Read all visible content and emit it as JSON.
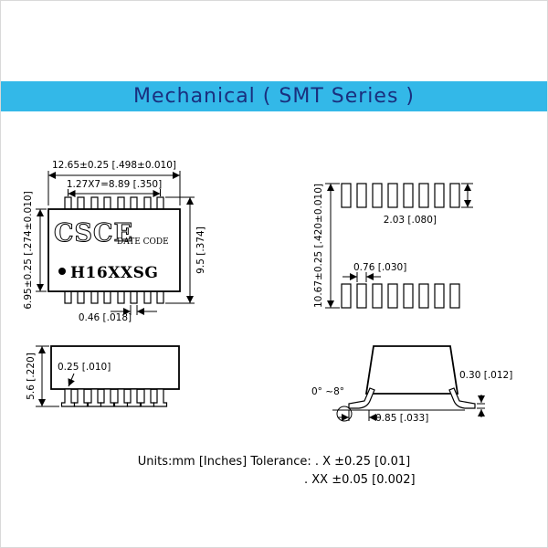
{
  "header": {
    "title": "Mechanical ( SMT  Series )"
  },
  "top_view": {
    "dim_overall_width": "12.65±0.25 [.498±0.010]",
    "dim_pin_pitch": "1.27X7=8.89 [.350]",
    "dim_body_width": "6.95±0.25 [.274±0.010]",
    "dim_overall_length": "9.5 [.374]",
    "dim_pin_width": "0.46 [.018]",
    "logo_text": "CSCE",
    "date_code_label": "DATE CODE",
    "part_number": "H16XXSG"
  },
  "side_view": {
    "dim_standoff": "0.25 [.010]",
    "dim_height": "5.6 [.220]"
  },
  "land_pattern": {
    "dim_pad_length": "2.03 [.080]",
    "dim_overall": "10.67±0.25 [.420±0.010]",
    "dim_pad_width": "0.76 [.030]"
  },
  "profile_view": {
    "dim_lead_angle": "0° ~8°",
    "dim_lead_thickness": "0.30 [.012]",
    "dim_foot_length": "0.85 [.033]"
  },
  "footer": {
    "tolerance_line1": "Units:mm [Inches] Tolerance: . X ±0.25 [0.01]",
    "tolerance_line2": ". XX ±0.05 [0.002]"
  },
  "colors": {
    "banner_bg": "#33b8e8",
    "banner_text": "#1a2f7e",
    "line": "#000000"
  }
}
